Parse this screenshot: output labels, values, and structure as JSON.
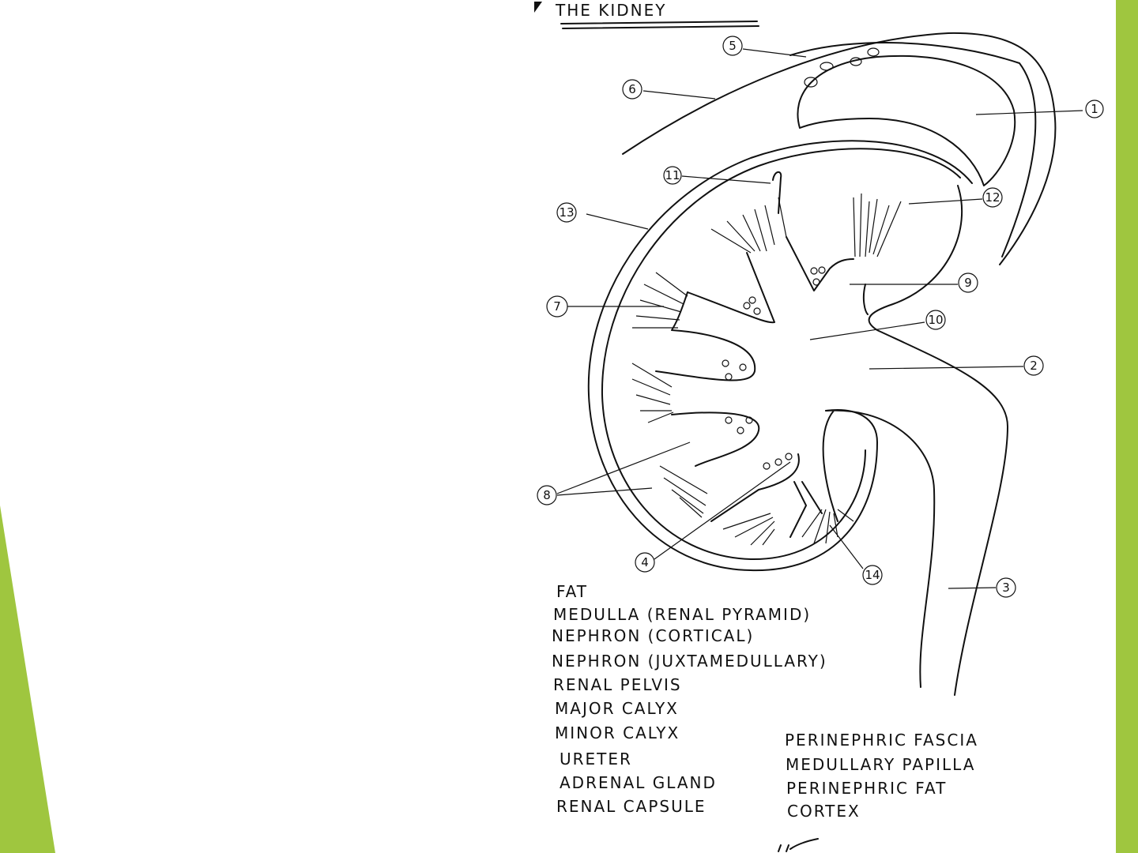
{
  "slide": {
    "accent_color": "#9fc63f",
    "title": "THE KIDNEY",
    "callout_numbers": [
      "1",
      "2",
      "3",
      "4",
      "5",
      "6",
      "7",
      "8",
      "9",
      "10",
      "11",
      "12",
      "13",
      "14"
    ],
    "legend_left": [
      "FAT",
      "MEDULLA (RENAL PYRAMID)",
      "NEPHRON (CORTICAL)",
      "NEPHRON (JUXTAMEDULLARY)",
      "RENAL PELVIS",
      "MAJOR CALYX",
      "MINOR CALYX",
      "URETER",
      "ADRENAL GLAND",
      "RENAL CAPSULE"
    ],
    "legend_right": [
      "PERINEPHRIC FASCIA",
      "MEDULLARY PAPILLA",
      "PERINEPHRIC FAT",
      "CORTEX"
    ]
  }
}
